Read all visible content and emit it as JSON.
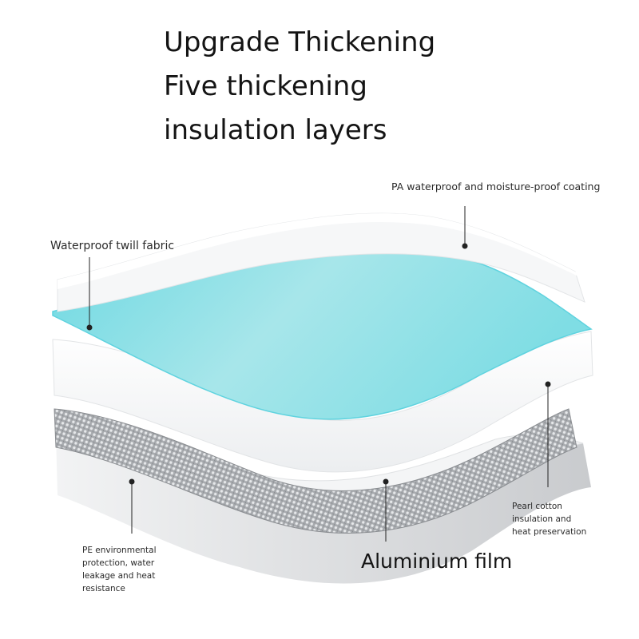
{
  "headline": {
    "line1": "Upgrade Thickening",
    "line2": "Five thickening",
    "line3": "insulation layers"
  },
  "labels": {
    "pa_coating": "PA waterproof and moisture-proof coating",
    "twill_fabric": "Waterproof twill fabric",
    "pearl_cotton": [
      "Pearl cotton",
      "insulation and",
      "heat preservation"
    ],
    "pe_protection": [
      "PE environmental",
      "protection, water",
      "leakage and heat",
      "resistance"
    ],
    "aluminium": "Aluminium film"
  },
  "colors": {
    "teal_layer": "#8fe0e6",
    "teal_edge": "#5fd3df",
    "white_layer": "#f7f8f9",
    "aluminium": "#9a9da2",
    "bottom_layer": "#d9dadc",
    "leader_line": "#222222"
  }
}
